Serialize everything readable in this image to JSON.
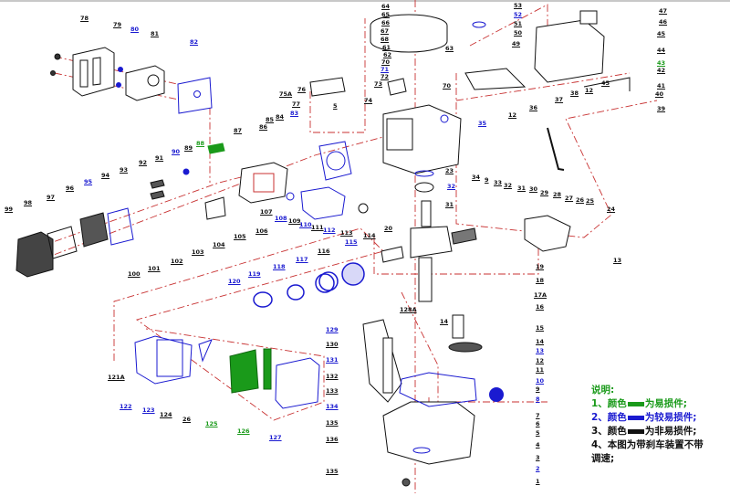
{
  "colors": {
    "wear": "#1a9a1a",
    "semi_wear": "#1a1ad0",
    "non_wear": "#111111",
    "guide_line": "#c83232"
  },
  "part_labels": [
    {
      "text": "78",
      "cat": "non_wear"
    },
    {
      "text": "79",
      "cat": "non_wear"
    },
    {
      "text": "80",
      "cat": "semi_wear"
    },
    {
      "text": "81",
      "cat": "non_wear"
    },
    {
      "text": "82",
      "cat": "semi_wear"
    },
    {
      "text": "75A",
      "cat": "non_wear"
    },
    {
      "text": "76",
      "cat": "non_wear"
    },
    {
      "text": "77",
      "cat": "non_wear"
    },
    {
      "text": "5",
      "cat": "non_wear"
    },
    {
      "text": "87",
      "cat": "non_wear"
    },
    {
      "text": "86",
      "cat": "non_wear"
    },
    {
      "text": "85",
      "cat": "non_wear"
    },
    {
      "text": "84",
      "cat": "non_wear"
    },
    {
      "text": "83",
      "cat": "semi_wear"
    },
    {
      "text": "88",
      "cat": "wear"
    },
    {
      "text": "89",
      "cat": "non_wear"
    },
    {
      "text": "90",
      "cat": "semi_wear"
    },
    {
      "text": "91",
      "cat": "non_wear"
    },
    {
      "text": "92",
      "cat": "non_wear"
    },
    {
      "text": "93",
      "cat": "non_wear"
    },
    {
      "text": "94",
      "cat": "non_wear"
    },
    {
      "text": "95",
      "cat": "semi_wear"
    },
    {
      "text": "96",
      "cat": "non_wear"
    },
    {
      "text": "97",
      "cat": "non_wear"
    },
    {
      "text": "98",
      "cat": "non_wear"
    },
    {
      "text": "99",
      "cat": "non_wear"
    },
    {
      "text": "100",
      "cat": "non_wear"
    },
    {
      "text": "101",
      "cat": "non_wear"
    },
    {
      "text": "102",
      "cat": "non_wear"
    },
    {
      "text": "103",
      "cat": "non_wear"
    },
    {
      "text": "104",
      "cat": "non_wear"
    },
    {
      "text": "105",
      "cat": "non_wear"
    },
    {
      "text": "106",
      "cat": "non_wear"
    },
    {
      "text": "107",
      "cat": "non_wear"
    },
    {
      "text": "108",
      "cat": "semi_wear"
    },
    {
      "text": "109",
      "cat": "non_wear"
    },
    {
      "text": "110",
      "cat": "semi_wear"
    },
    {
      "text": "111",
      "cat": "non_wear"
    },
    {
      "text": "112",
      "cat": "semi_wear"
    },
    {
      "text": "113",
      "cat": "non_wear"
    },
    {
      "text": "64",
      "cat": "non_wear"
    },
    {
      "text": "65",
      "cat": "non_wear"
    },
    {
      "text": "66",
      "cat": "non_wear"
    },
    {
      "text": "67",
      "cat": "non_wear"
    },
    {
      "text": "68",
      "cat": "non_wear"
    },
    {
      "text": "61",
      "cat": "non_wear"
    },
    {
      "text": "62",
      "cat": "non_wear"
    },
    {
      "text": "70",
      "cat": "non_wear"
    },
    {
      "text": "71",
      "cat": "semi_wear"
    },
    {
      "text": "72",
      "cat": "non_wear"
    },
    {
      "text": "73",
      "cat": "non_wear"
    },
    {
      "text": "74",
      "cat": "non_wear"
    },
    {
      "text": "63",
      "cat": "non_wear"
    },
    {
      "text": "70",
      "cat": "non_wear"
    },
    {
      "text": "53",
      "cat": "non_wear"
    },
    {
      "text": "52",
      "cat": "semi_wear"
    },
    {
      "text": "51",
      "cat": "non_wear"
    },
    {
      "text": "50",
      "cat": "non_wear"
    },
    {
      "text": "49",
      "cat": "non_wear"
    },
    {
      "text": "47",
      "cat": "non_wear"
    },
    {
      "text": "46",
      "cat": "non_wear"
    },
    {
      "text": "45",
      "cat": "non_wear"
    },
    {
      "text": "44",
      "cat": "non_wear"
    },
    {
      "text": "43",
      "cat": "wear"
    },
    {
      "text": "42",
      "cat": "non_wear"
    },
    {
      "text": "41",
      "cat": "non_wear"
    },
    {
      "text": "40",
      "cat": "non_wear"
    },
    {
      "text": "39",
      "cat": "non_wear"
    },
    {
      "text": "37",
      "cat": "non_wear"
    },
    {
      "text": "38",
      "cat": "non_wear"
    },
    {
      "text": "12",
      "cat": "non_wear"
    },
    {
      "text": "45",
      "cat": "non_wear"
    },
    {
      "text": "36",
      "cat": "non_wear"
    },
    {
      "text": "12",
      "cat": "non_wear"
    },
    {
      "text": "35",
      "cat": "semi_wear"
    },
    {
      "text": "23",
      "cat": "non_wear"
    },
    {
      "text": "32",
      "cat": "semi_wear"
    },
    {
      "text": "31",
      "cat": "non_wear"
    },
    {
      "text": "34",
      "cat": "non_wear"
    },
    {
      "text": "9",
      "cat": "non_wear"
    },
    {
      "text": "33",
      "cat": "non_wear"
    },
    {
      "text": "32",
      "cat": "non_wear"
    },
    {
      "text": "31",
      "cat": "non_wear"
    },
    {
      "text": "30",
      "cat": "non_wear"
    },
    {
      "text": "29",
      "cat": "non_wear"
    },
    {
      "text": "28",
      "cat": "non_wear"
    },
    {
      "text": "27",
      "cat": "non_wear"
    },
    {
      "text": "26",
      "cat": "non_wear"
    },
    {
      "text": "25",
      "cat": "non_wear"
    },
    {
      "text": "24",
      "cat": "non_wear"
    },
    {
      "text": "13",
      "cat": "non_wear"
    },
    {
      "text": "20",
      "cat": "non_wear"
    },
    {
      "text": "114",
      "cat": "non_wear"
    },
    {
      "text": "115",
      "cat": "semi_wear"
    },
    {
      "text": "116",
      "cat": "non_wear"
    },
    {
      "text": "19",
      "cat": "non_wear"
    },
    {
      "text": "18",
      "cat": "non_wear"
    },
    {
      "text": "17A",
      "cat": "non_wear"
    },
    {
      "text": "16",
      "cat": "non_wear"
    },
    {
      "text": "128A",
      "cat": "non_wear"
    },
    {
      "text": "129",
      "cat": "semi_wear"
    },
    {
      "text": "130",
      "cat": "non_wear"
    },
    {
      "text": "131",
      "cat": "semi_wear"
    },
    {
      "text": "132",
      "cat": "non_wear"
    },
    {
      "text": "133",
      "cat": "non_wear"
    },
    {
      "text": "134",
      "cat": "semi_wear"
    },
    {
      "text": "135",
      "cat": "non_wear"
    },
    {
      "text": "136",
      "cat": "non_wear"
    },
    {
      "text": "135",
      "cat": "non_wear"
    },
    {
      "text": "14",
      "cat": "non_wear"
    },
    {
      "text": "15",
      "cat": "non_wear"
    },
    {
      "text": "14",
      "cat": "non_wear"
    },
    {
      "text": "13",
      "cat": "semi_wear"
    },
    {
      "text": "12",
      "cat": "non_wear"
    },
    {
      "text": "11",
      "cat": "non_wear"
    },
    {
      "text": "10",
      "cat": "semi_wear"
    },
    {
      "text": "9",
      "cat": "non_wear"
    },
    {
      "text": "8",
      "cat": "semi_wear"
    },
    {
      "text": "7",
      "cat": "non_wear"
    },
    {
      "text": "6",
      "cat": "non_wear"
    },
    {
      "text": "5",
      "cat": "non_wear"
    },
    {
      "text": "4",
      "cat": "non_wear"
    },
    {
      "text": "3",
      "cat": "non_wear"
    },
    {
      "text": "2",
      "cat": "semi_wear"
    },
    {
      "text": "1",
      "cat": "non_wear"
    },
    {
      "text": "120",
      "cat": "semi_wear"
    },
    {
      "text": "119",
      "cat": "semi_wear"
    },
    {
      "text": "118",
      "cat": "semi_wear"
    },
    {
      "text": "117",
      "cat": "semi_wear"
    },
    {
      "text": "121A",
      "cat": "non_wear"
    },
    {
      "text": "122",
      "cat": "semi_wear"
    },
    {
      "text": "123",
      "cat": "semi_wear"
    },
    {
      "text": "124",
      "cat": "non_wear"
    },
    {
      "text": "26",
      "cat": "non_wear"
    },
    {
      "text": "125",
      "cat": "wear"
    },
    {
      "text": "126",
      "cat": "wear"
    },
    {
      "text": "127",
      "cat": "semi_wear"
    }
  ],
  "legend": {
    "title": "说明:",
    "item1_prefix": "1、颜色",
    "item1_suffix": "为易损件;",
    "item2_prefix": "2、颜色",
    "item2_suffix": "为较易损件;",
    "item3_prefix": "3、颜色",
    "item3_suffix": "为非易损件;",
    "item4_line1": "4、本图为带刹车装置不带",
    "item4_line2": "调速;"
  }
}
